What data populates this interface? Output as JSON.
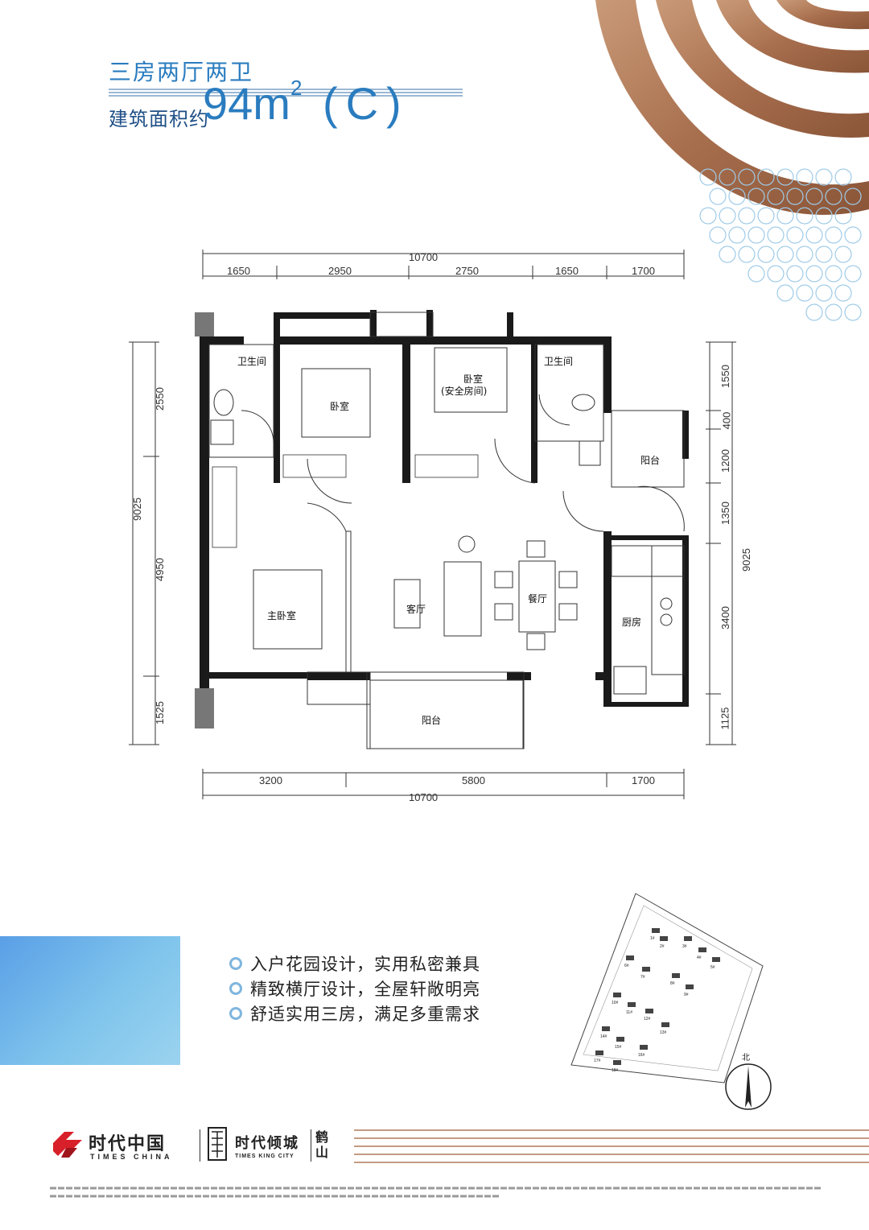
{
  "header": {
    "layout_type": "三房两厅两卫",
    "area_label": "建筑面积约",
    "area_value": "94m",
    "area_sup": "2",
    "unit_code": "(C)"
  },
  "dimensions": {
    "top_total": "10700",
    "top_segments": [
      "1650",
      "2950",
      "2750",
      "1650",
      "1700"
    ],
    "bottom_segments": [
      "3200",
      "5800",
      "1700"
    ],
    "bottom_total": "10700",
    "left_total": "9025",
    "left_segments": [
      "2550",
      "4950",
      "1525"
    ],
    "right_total": "9025",
    "right_segments": [
      "1550",
      "400",
      "1200",
      "1350",
      "3400",
      "1125"
    ]
  },
  "rooms": {
    "bath_left": "卫生间",
    "bath_right": "卫生间",
    "bedroom": "卧室",
    "bedroom_safe": "卧室",
    "bedroom_safe_sub": "(安全房间)",
    "balcony_right": "阳台",
    "master": "主卧室",
    "living": "客厅",
    "dining": "餐厅",
    "kitchen": "厨房",
    "balcony_bottom": "阳台"
  },
  "features": [
    "入户花园设计，实用私密兼具",
    "精致横厅设计，全屋轩敞明亮",
    "舒适实用三房，满足多重需求"
  ],
  "siteplan": {
    "north_label": "北",
    "buildings": [
      "1#",
      "2#",
      "3#",
      "4#",
      "5#",
      "6#",
      "7#",
      "8#",
      "9#",
      "10#",
      "11#",
      "12#",
      "13#",
      "14#",
      "15#",
      "16#",
      "17#",
      "18#"
    ]
  },
  "brand": {
    "company_cn": "时代中国",
    "company_en": "TIMES CHINA",
    "project_cn": "时代倾城",
    "project_en": "TIMES KING CITY",
    "city": "鹤山"
  },
  "colors": {
    "accent_blue": "#2a7cbf",
    "dark_blue": "#1e4f86",
    "logo_red": "#d8202a",
    "copper": "#b07a5a"
  }
}
